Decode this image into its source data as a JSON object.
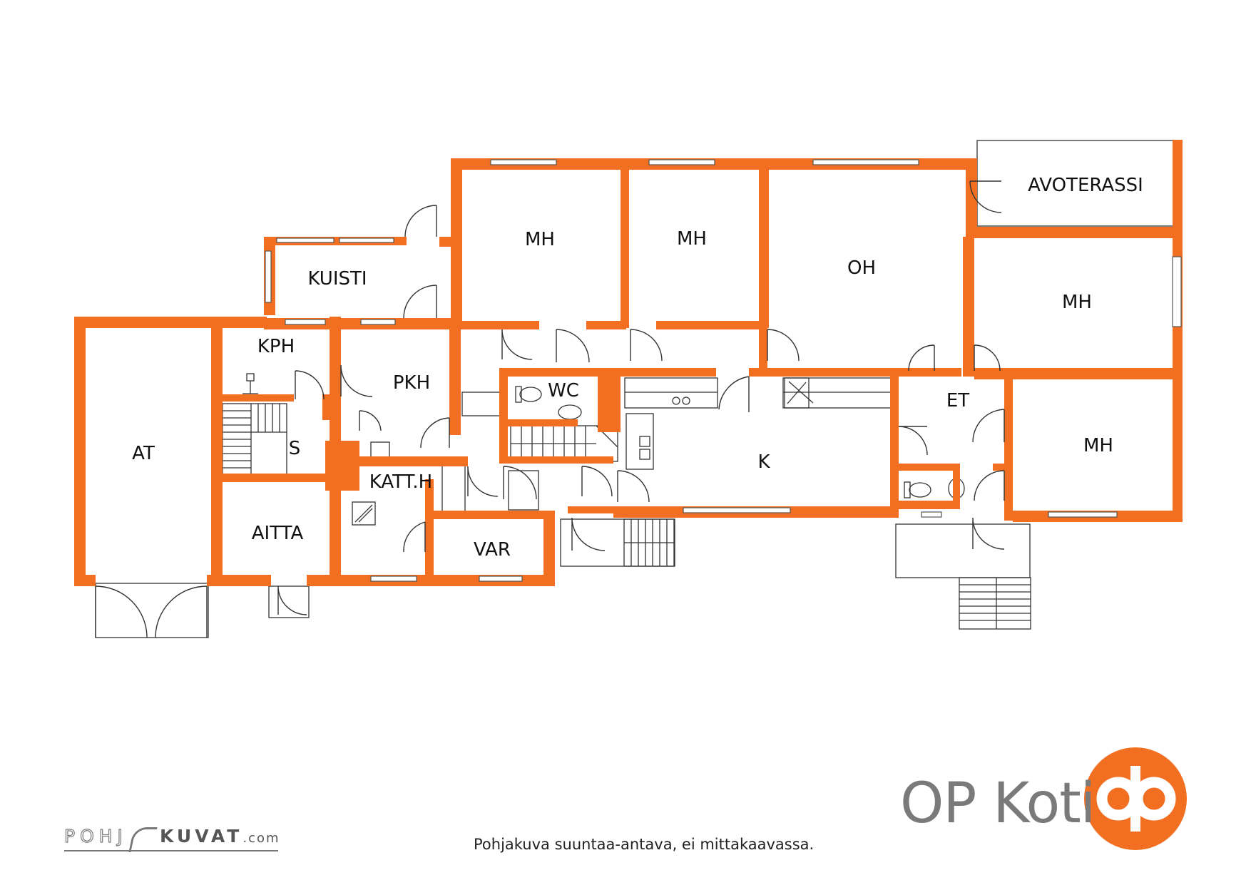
{
  "rooms": [
    {
      "id": "avoterassi",
      "label": "AVOTERASSI"
    },
    {
      "id": "mh1",
      "label": "MH"
    },
    {
      "id": "mh2",
      "label": "MH"
    },
    {
      "id": "oh",
      "label": "OH"
    },
    {
      "id": "mh3",
      "label": "MH"
    },
    {
      "id": "mh4",
      "label": "MH"
    },
    {
      "id": "kuisti",
      "label": "KUISTI"
    },
    {
      "id": "kph",
      "label": "KPH"
    },
    {
      "id": "pkh",
      "label": "PKH"
    },
    {
      "id": "wc",
      "label": "WC"
    },
    {
      "id": "et",
      "label": "ET"
    },
    {
      "id": "at",
      "label": "AT"
    },
    {
      "id": "s",
      "label": "S"
    },
    {
      "id": "k",
      "label": "K"
    },
    {
      "id": "katt",
      "label": "KATT.H"
    },
    {
      "id": "aitta",
      "label": "AITTA"
    },
    {
      "id": "var",
      "label": "VAR"
    }
  ],
  "footer": {
    "note": "Pohjakuva suuntaa-antava, ei mittakaavassa.",
    "brand": "OP Koti",
    "credit_left": "POHJ",
    "credit_right": "KUVAT",
    "credit_suffix": ".com"
  },
  "colors": {
    "wall": "#f26f21",
    "brand_orange": "#f26f21",
    "brand_gray": "#7a7a7a"
  }
}
